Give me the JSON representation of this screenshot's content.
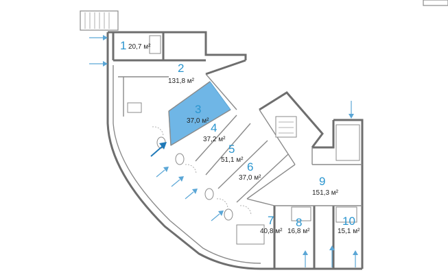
{
  "colors": {
    "accent": "#2a95cf",
    "highlight_fill": "#6fb6e6",
    "wall": "#6e6e6e",
    "arrow": "#5aa6d6"
  },
  "highlighted_room": "3",
  "rooms": [
    {
      "number": "1",
      "area": "20,7 м²"
    },
    {
      "number": "2",
      "area": "131,8 м²"
    },
    {
      "number": "3",
      "area": "37,0 м²"
    },
    {
      "number": "4",
      "area": "37,2 м²"
    },
    {
      "number": "5",
      "area": "51,1 м²"
    },
    {
      "number": "6",
      "area": "37,0 м²"
    },
    {
      "number": "7",
      "area": "40,8 м²"
    },
    {
      "number": "8",
      "area": "16,8 м²"
    },
    {
      "number": "9",
      "area": "151,3 м²"
    },
    {
      "number": "10",
      "area": "15,1 м²"
    }
  ],
  "icons": [
    "entrance-arrow-icon",
    "window-icon"
  ]
}
